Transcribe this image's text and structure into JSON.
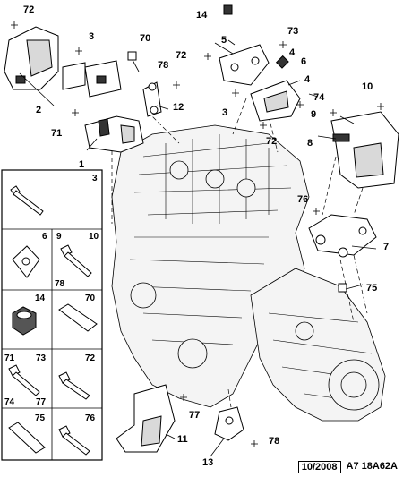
{
  "callouts": {
    "c1": "1",
    "c2": "2",
    "c3a": "3",
    "c3b": "3",
    "c4": "4",
    "c5": "5",
    "c6": "6",
    "c7": "7",
    "c8": "8",
    "c9": "9",
    "c10": "10",
    "c11": "11",
    "c12": "12",
    "c13": "13",
    "c14": "14",
    "c70": "70",
    "c71": "71",
    "c72a": "72",
    "c72b": "72",
    "c72c": "72",
    "c73": "73",
    "c74": "74",
    "c75": "75",
    "c76": "76",
    "c77": "77",
    "c78a": "78",
    "c78b": "78"
  },
  "legend": {
    "cell_3": "3",
    "cell_6": "6",
    "cell_9_10_a": "9",
    "cell_9_10_b": "10",
    "cell_78": "78",
    "cell_14": "14",
    "cell_70": "70",
    "cell_71": "71",
    "cell_73": "73",
    "cell_72": "72",
    "cell_74": "74",
    "cell_77": "77",
    "cell_75": "75",
    "cell_76": "76"
  },
  "footer": {
    "date": "10/2008",
    "code": "A7 18A62A"
  }
}
